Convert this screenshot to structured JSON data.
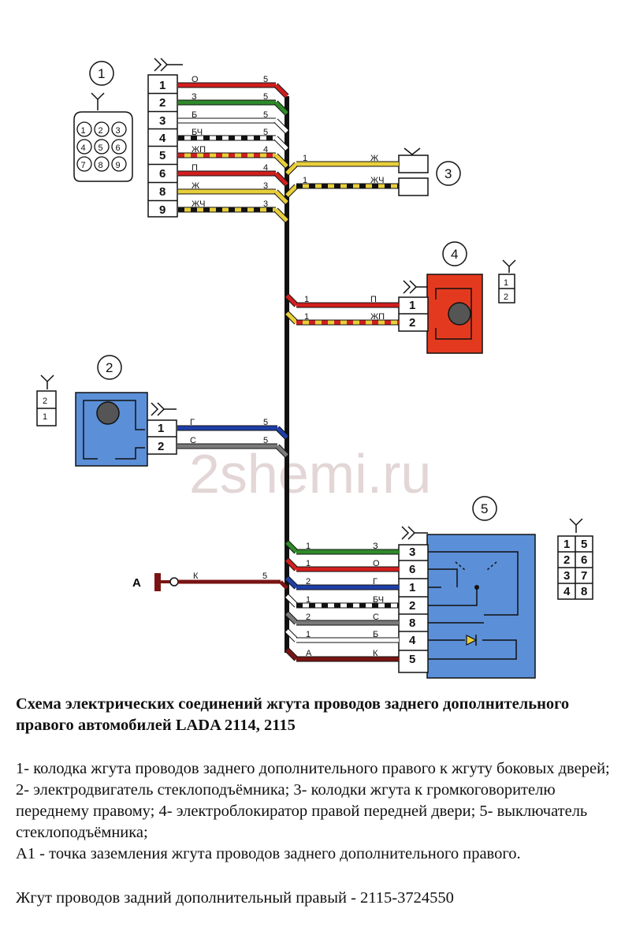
{
  "diagram": {
    "watermark": "2shemi.ru",
    "ground_point_label": "А",
    "colors": {
      "red": "#d11f1f",
      "green": "#2f8a2a",
      "white": "#ffffff",
      "yellow": "#e9cf3a",
      "black": "#111111",
      "pink": "#e07a8a",
      "blue": "#1f3fa8",
      "gray": "#7a7a7a",
      "brown": "#7a1414",
      "module_blue": "#5b8fd8",
      "module_red": "#e33a1f"
    },
    "component_1": {
      "number": "1",
      "pins": [
        "1",
        "2",
        "3",
        "4",
        "5",
        "6",
        "8",
        "9"
      ],
      "wire_colors": [
        "О",
        "З",
        "Б",
        "БЧ",
        "ЖП",
        "П",
        "Ж",
        "ЖЧ"
      ],
      "trunk_labels": [
        "5",
        "5",
        "5",
        "5",
        "4",
        "4",
        "3",
        "3"
      ],
      "socket_numbers": [
        "1",
        "2",
        "3",
        "4",
        "5",
        "6",
        "7",
        "8",
        "9"
      ]
    },
    "component_2": {
      "number": "2",
      "pins": [
        "1",
        "2"
      ],
      "wire_colors": [
        "Г",
        "С"
      ],
      "trunk_labels": [
        "5",
        "5"
      ],
      "socket_numbers": [
        "2",
        "1"
      ]
    },
    "component_3": {
      "number": "3",
      "trunk_labels": [
        "1",
        "1"
      ],
      "wire_colors": [
        "Ж",
        "ЖЧ"
      ]
    },
    "component_4": {
      "number": "4",
      "pins": [
        "1",
        "2"
      ],
      "trunk_labels": [
        "1",
        "1"
      ],
      "wire_colors": [
        "П",
        "ЖП"
      ],
      "socket_numbers": [
        "1",
        "2"
      ]
    },
    "component_5": {
      "number": "5",
      "pins": [
        "3",
        "6",
        "1",
        "2",
        "8",
        "4",
        "5"
      ],
      "trunk_labels": [
        "1",
        "1",
        "2",
        "1",
        "2",
        "1",
        "А"
      ],
      "wire_colors": [
        "З",
        "О",
        "Г",
        "БЧ",
        "С",
        "Б",
        "К"
      ],
      "socket_numbers": [
        "1",
        "5",
        "2",
        "6",
        "3",
        "7",
        "4",
        "8"
      ]
    },
    "ground": {
      "wire_color": "К",
      "trunk_label": "5"
    }
  },
  "caption": {
    "title": "Схема электрических соединений жгута проводов заднего дополнительного правого автомобилей LADA 2114, 2115",
    "description": "1- колодка жгута проводов заднего дополнительного правого к жгуту боковых дверей; 2- электродвигатель стеклоподъёмника; 3- колодки жгута к громкоговорителю переднему правому; 4- электроблокиратор правой передней двери; 5- выключатель стеклоподъёмника;\nА1 - точка заземления жгута проводов заднего дополнительного правого.",
    "harness_part": "Жгут проводов задний дополнительный правый - 2115-3724550"
  }
}
